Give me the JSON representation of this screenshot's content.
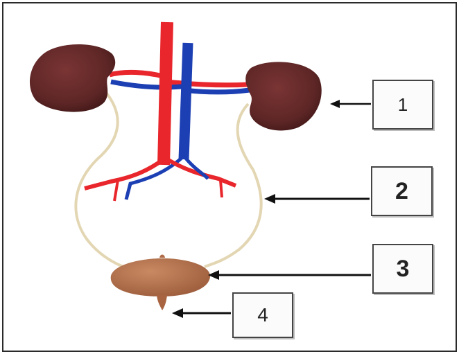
{
  "labels": {
    "one": "1",
    "two": "2",
    "three": "3",
    "four": "4"
  },
  "colors": {
    "artery": "#e8262c",
    "vein": "#1c3fb3",
    "kidney": "#5e2626",
    "ureter": "#e3d6b3",
    "bladder": "#b06c48",
    "arrow": "#111111",
    "frame": "#2a2a2a"
  }
}
